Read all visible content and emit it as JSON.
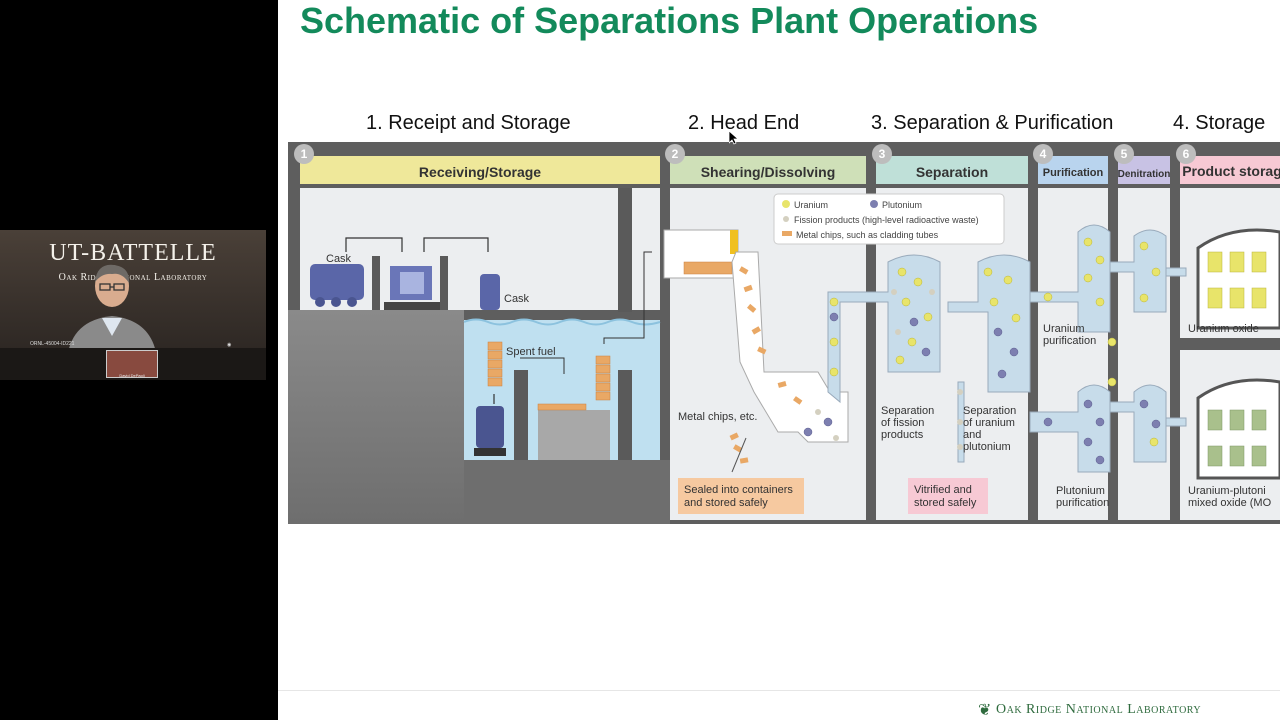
{
  "video": {
    "logo_text": "UT-BATTELLE",
    "logo_subtext": "Oak Ridge National Laboratory",
    "feed_id": "ORNL-45004-ID221",
    "thumbnail_label": "David DePaoli"
  },
  "slide": {
    "title": "Schematic of Separations Plant Operations",
    "stages": [
      "1. Receipt and Storage",
      "2. Head End",
      "3. Separation & Purification",
      "4. Storage"
    ],
    "footer": "Oak Ridge National Laboratory"
  },
  "diagram": {
    "steps": [
      {
        "number": "1",
        "label": "Receiving/Storage"
      },
      {
        "number": "2",
        "label": "Shearing/Dissolving"
      },
      {
        "number": "3",
        "label": "Separation"
      },
      {
        "number": "4",
        "label": "Purification"
      },
      {
        "number": "5",
        "label": "Denitration"
      },
      {
        "number": "6",
        "label": "Product storag"
      }
    ],
    "legend": [
      "Uranium",
      "Plutonium",
      "Fission products (high-level radioactive waste)",
      "Metal chips, such as cladding tubes"
    ],
    "labels": {
      "cask_left": "Cask",
      "cask_right": "Cask",
      "spent_fuel": "Spent fuel",
      "metal_chips": "Metal chips, etc.",
      "sealed": [
        "Sealed into containers",
        "and stored safely"
      ],
      "sep_fission": [
        "Separation",
        "of fission",
        "products"
      ],
      "sep_uranium": [
        "Separation",
        "of uranium",
        "and",
        "plutonium"
      ],
      "vitrified": [
        "Vitrified and",
        "stored safely"
      ],
      "uranium_purification": [
        "Uranium",
        "purification"
      ],
      "plutonium_purification": [
        "Plutonium",
        "purification"
      ],
      "uranium_oxide": "Uranium oxide",
      "mox": [
        "Uranium-plutoni",
        "mixed oxide (MO"
      ]
    },
    "colors": {
      "uranium": "#e8e46a",
      "plutonium": "#7d7fb0",
      "fission": "#d4d0c0",
      "chips": "#e9a865",
      "header_yellow": "#efe89a",
      "header_green": "#cfe0b8",
      "header_teal": "#bfe0d8",
      "header_blue": "#b9d4ee",
      "header_purple": "#c8c2e4",
      "header_pink": "#f7c9d4",
      "water": "#bfe0f0",
      "ground": "#767676",
      "wall": "#6a6a6a"
    }
  }
}
